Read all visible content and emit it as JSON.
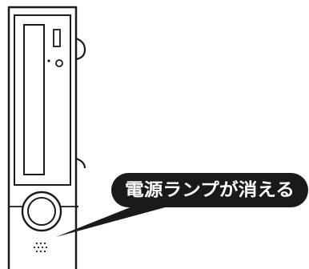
{
  "callout": {
    "text": "電源ランプが消える"
  },
  "colors": {
    "outline": "#1a1a1a",
    "callout_background": "#1a1a1a",
    "callout_text": "#ffffff",
    "background": "#ffffff"
  },
  "icons": {
    "power_button": "round-power-button",
    "power_lamp": "dotted-power-lamp",
    "drive_eject_button": "eject-button",
    "drive_indicator": "drive-indicator-light"
  }
}
